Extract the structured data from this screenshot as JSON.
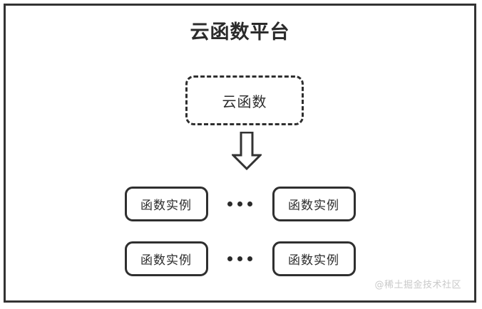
{
  "diagram": {
    "type": "architecture-block-diagram",
    "colors": {
      "frame_border": "#333333",
      "box_border": "#2f2f2f",
      "text": "#2b2b2b",
      "background": "#ffffff",
      "watermark": "#c9c9c9"
    },
    "frame": {
      "title": "云函数平台"
    },
    "cloud_function": {
      "label": "云函数",
      "border_style": "dashed"
    },
    "arrow": {
      "direction": "down",
      "style": "hollow-block-arrow"
    },
    "instance_rows": [
      {
        "left": {
          "label": "函数实例"
        },
        "ellipsis": "...",
        "right": {
          "label": "函数实例"
        }
      },
      {
        "left": {
          "label": "函数实例"
        },
        "ellipsis": "...",
        "right": {
          "label": "函数实例"
        }
      }
    ],
    "watermark": "@稀土掘金技术社区"
  }
}
